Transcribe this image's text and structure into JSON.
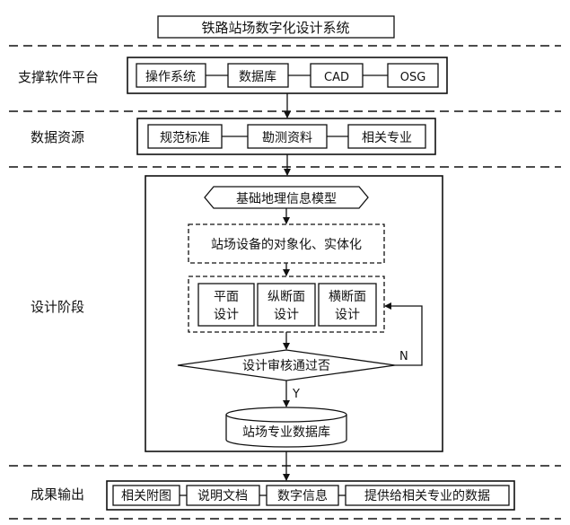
{
  "title": "铁路站场数字化设计系统",
  "sections": {
    "support": "支撑软件平台",
    "data": "数据资源",
    "design": "设计阶段",
    "output": "成果输出"
  },
  "support_items": [
    "操作系统",
    "数据库",
    "CAD",
    "OSG"
  ],
  "data_items": [
    "规范标准",
    "勘测资料",
    "相关专业"
  ],
  "design": {
    "model": "基础地理信息模型",
    "objectify": "站场设备的对象化、实体化",
    "plan_1": "平面",
    "plan_2": "设计",
    "profile_1": "纵断面",
    "profile_2": "设计",
    "cross_1": "横断面",
    "cross_2": "设计",
    "review": "设计审核通过否",
    "no": "N",
    "yes": "Y",
    "database": "站场专业数据库"
  },
  "output_items": [
    "相关附图",
    "说明文档",
    "数字信息",
    "提供给相关专业的数据"
  ]
}
